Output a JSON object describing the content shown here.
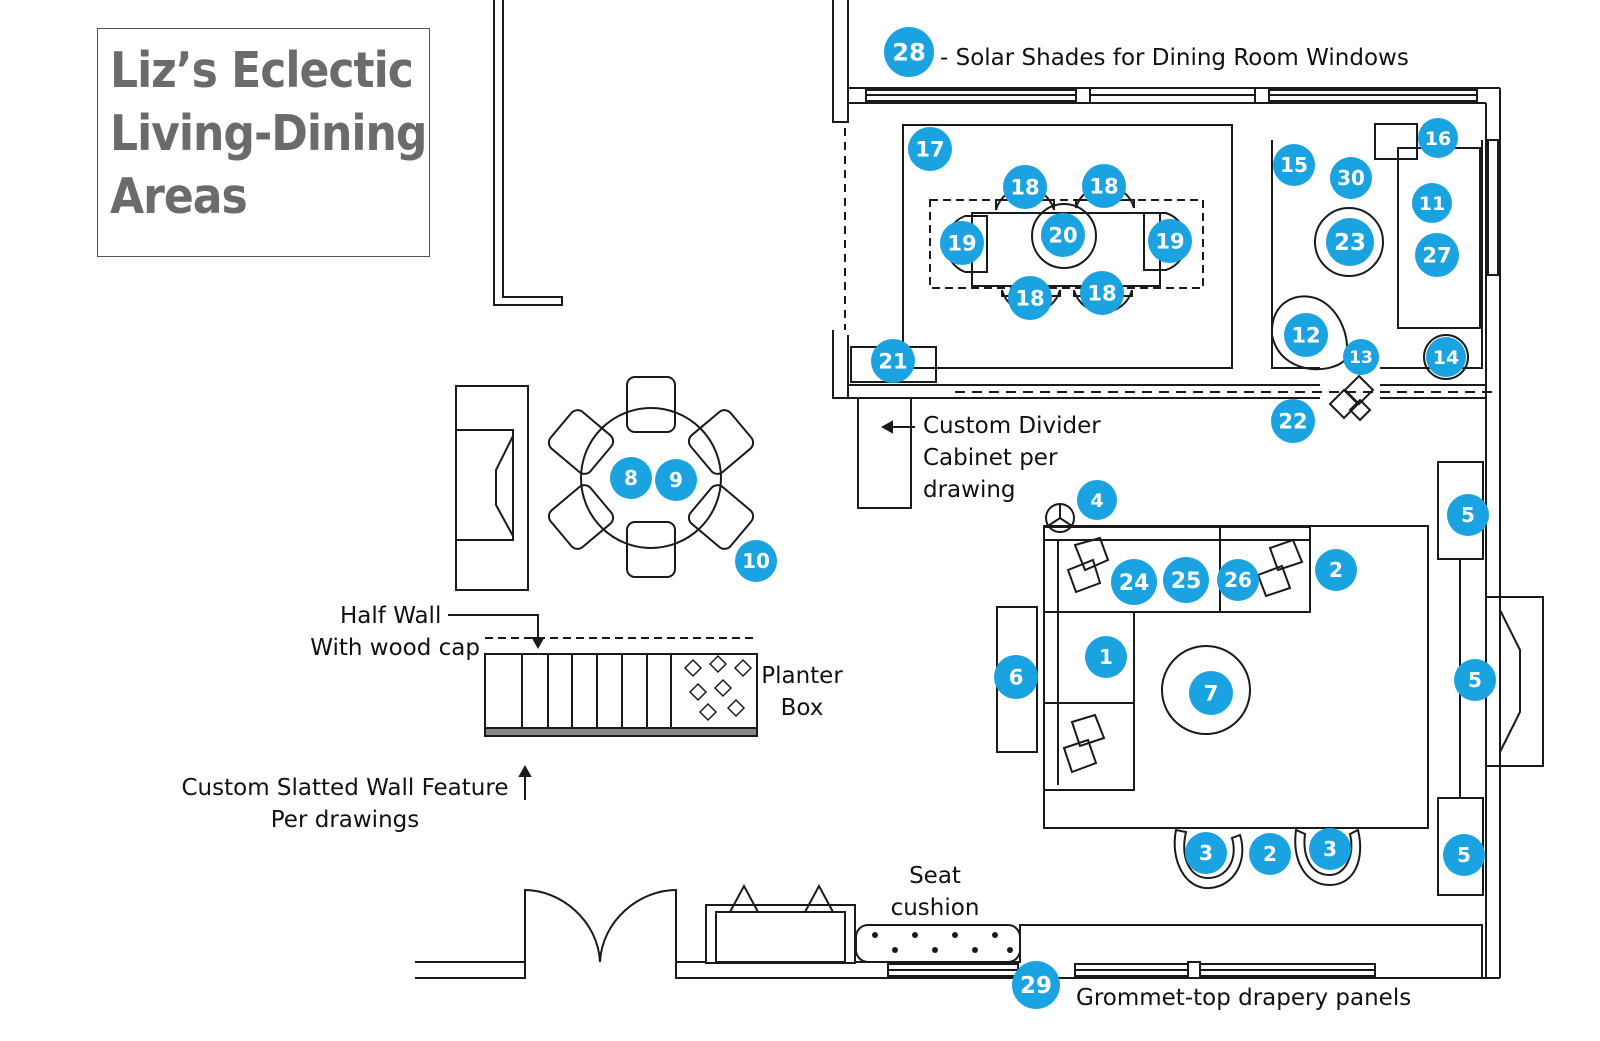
{
  "title": {
    "lines": [
      "Liz’s Eclectic",
      "Living-Dining",
      "Areas"
    ]
  },
  "labels": {
    "solar_shades": "- Solar Shades for Dining Room Windows",
    "custom_divider": [
      "Custom Divider",
      "Cabinet per",
      "drawing"
    ],
    "half_wall": [
      "Half Wall",
      "With wood cap"
    ],
    "planter_box": [
      "Planter",
      "Box"
    ],
    "slatted_wall": [
      "Custom Slatted Wall Feature",
      "Per drawings"
    ],
    "seat_cushion": [
      "Seat",
      "cushion"
    ],
    "drapery": "Grommet-top drapery panels"
  },
  "markers": [
    "28",
    "17",
    "18",
    "18",
    "18",
    "18",
    "19",
    "19",
    "20",
    "15",
    "30",
    "16",
    "11",
    "23",
    "27",
    "12",
    "13",
    "14",
    "21",
    "22",
    "8",
    "9",
    "10",
    "4",
    "5",
    "5",
    "5",
    "2",
    "2",
    "24",
    "25",
    "26",
    "1",
    "6",
    "7",
    "3",
    "3",
    "29"
  ],
  "colors": {
    "marker": "#1aa3e0",
    "marker_text": "#ffffff",
    "line": "#1a1a1a",
    "title": "#6b6b6b"
  }
}
